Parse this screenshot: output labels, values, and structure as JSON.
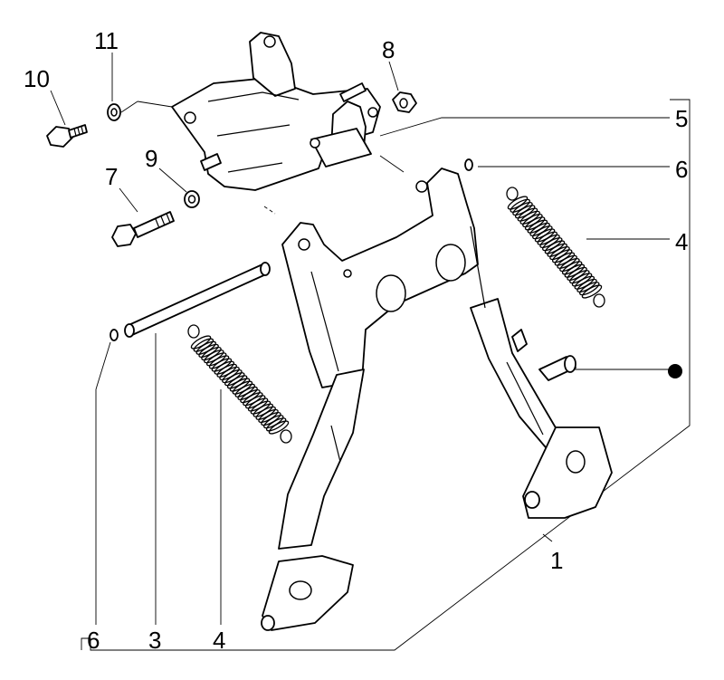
{
  "diagram": {
    "callouts": {
      "c1": "1",
      "c3": "3",
      "c4_right": "4",
      "c4_bottom": "4",
      "c5": "5",
      "c6_right": "6",
      "c6_bottom": "6",
      "c7": "7",
      "c8": "8",
      "c9": "9",
      "c10": "10",
      "c11": "11"
    },
    "colors": {
      "line": "#000000",
      "background": "#ffffff"
    }
  }
}
